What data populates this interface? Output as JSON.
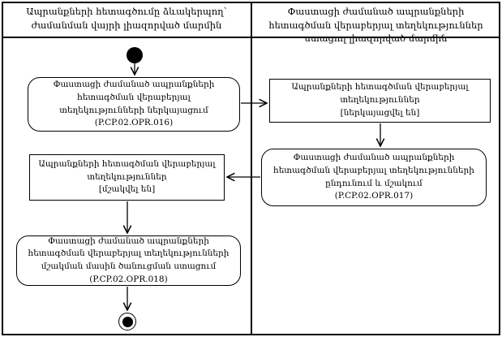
{
  "diagram": {
    "type": "uml-activity-swimlane",
    "colors": {
      "line": "#000000",
      "background": "#ffffff",
      "text": "#000000"
    },
    "lanes": {
      "left": {
        "title": "Ապրանքների հետագծումը ձևակերպող՝ ժամանման վայրի լիազորված մարմին"
      },
      "right": {
        "title": "Փաստացի ժամանած ապրանքների հետագծման վերաբերյալ տեղեկություններ ստացող լիազորված մարմին"
      }
    },
    "nodes": {
      "submit_info": {
        "label": "Փաստացի ժամանած ապրանքների հետագծման վերաբերյալ տեղեկությունների ներկայացում",
        "code": "(P.CP.02.OPR.016)"
      },
      "info_submitted": {
        "label": "Ապրանքների հետագծման վերաբերյալ տեղեկություններ",
        "state": "[ներկայացվել են]"
      },
      "receive_and_process": {
        "label": "Փաստացի ժամանած ապրանքների հետագծման վերաբերյալ տեղեկությունների ընդունում և մշակում",
        "code": "(P.CP.02.OPR.017)"
      },
      "info_processed": {
        "label": "Ապրանքների հետագծման վերաբերյալ տեղեկություններ",
        "state": "[մշակվել են]"
      },
      "receive_notification": {
        "label": "Փաստացի ժամանած ապրանքների հետագծման վերաբերյալ տեղեկությունների մշակման մասին ծանուցման ստացում (P.CP.02.OPR.018)"
      }
    }
  }
}
